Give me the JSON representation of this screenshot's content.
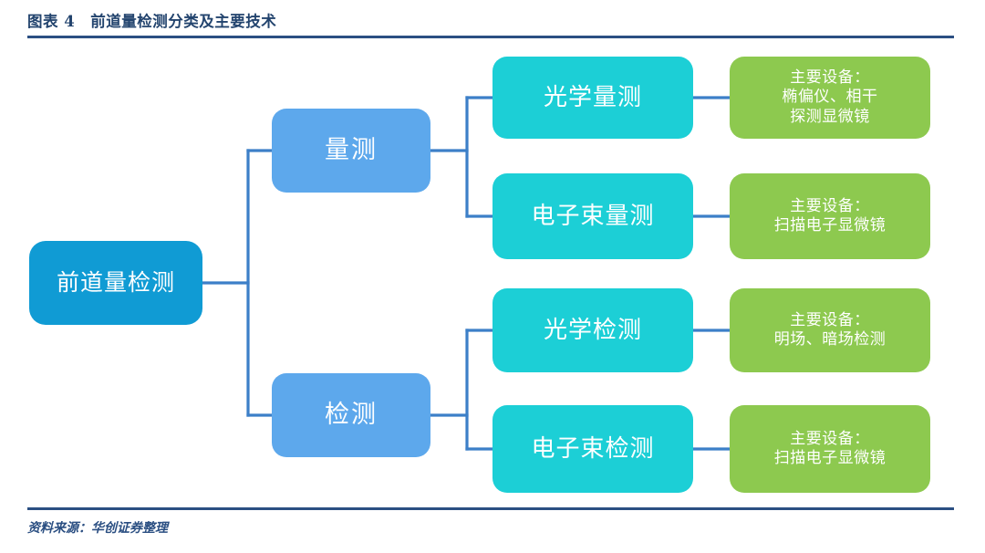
{
  "header": {
    "title": "图表 4　前道量检测分类及主要技术"
  },
  "footer": {
    "source": "资料来源：华创证券整理"
  },
  "colors": {
    "rule": "#2b4f82",
    "title_text": "#23446e",
    "root_node": "#109BD4",
    "level2_node": "#5DA8EC",
    "level3_node": "#1CCFD6",
    "leaf_node": "#8DC94F",
    "connector": "#3C7FC8",
    "node_text": "#ffffff"
  },
  "diagram": {
    "type": "tree",
    "orientation": "left-to-right",
    "root": {
      "label": "前道量检测"
    },
    "branches": [
      {
        "label": "量测",
        "children": [
          {
            "label": "光学量测",
            "equipment_lines": [
              "主要设备：",
              "椭偏仪、相干",
              "探测显微镜"
            ],
            "equipment_text": "主要设备：椭偏仪、相干探测显微镜"
          },
          {
            "label": "电子束量测",
            "equipment_lines": [
              "主要设备：",
              "扫描电子显微镜"
            ],
            "equipment_text": "主要设备：扫描电子显微镜"
          }
        ]
      },
      {
        "label": "检测",
        "children": [
          {
            "label": "光学检测",
            "equipment_lines": [
              "主要设备：",
              "明场、暗场检测"
            ],
            "equipment_text": "主要设备：明场、暗场检测"
          },
          {
            "label": "电子束检测",
            "equipment_lines": [
              "主要设备：",
              "扫描电子显微镜"
            ],
            "equipment_text": "主要设备：扫描电子显微镜"
          }
        ]
      }
    ]
  }
}
